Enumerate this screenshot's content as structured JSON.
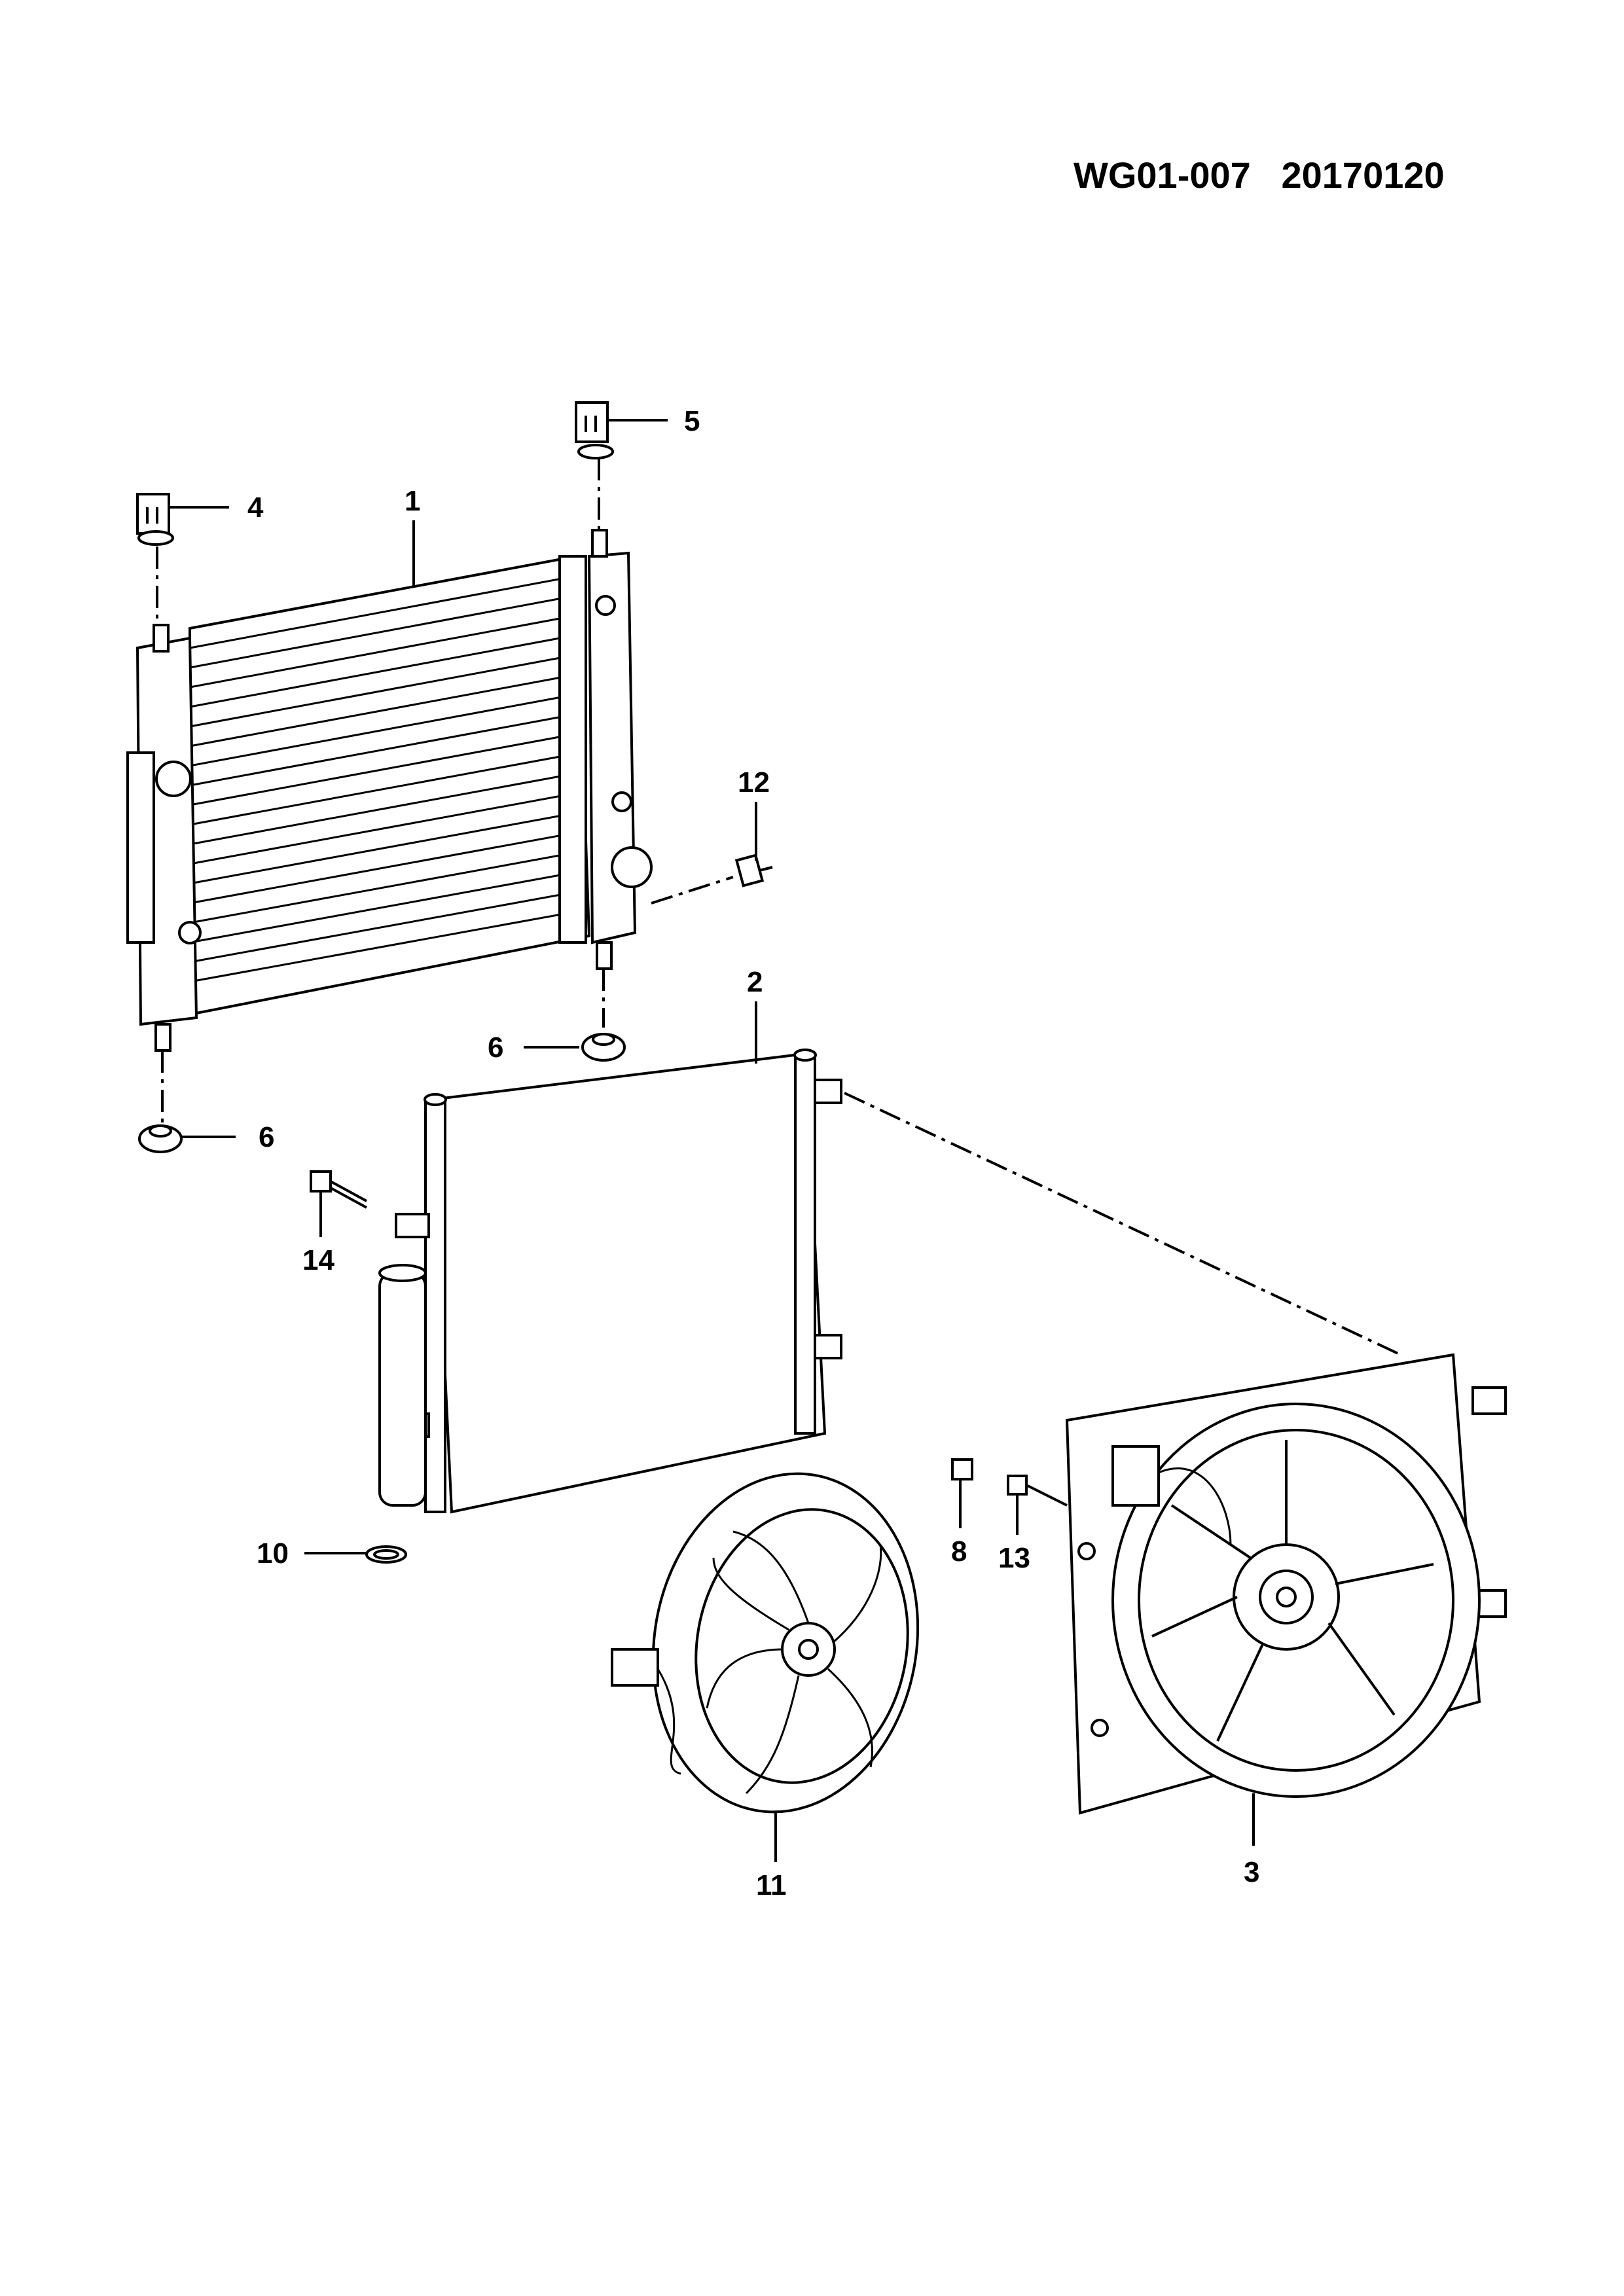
{
  "header": {
    "code": "WG01-007",
    "date": "20170120"
  },
  "callouts": [
    {
      "id": "c1",
      "text": "1"
    },
    {
      "id": "c2",
      "text": "2"
    },
    {
      "id": "c3",
      "text": "3"
    },
    {
      "id": "c4",
      "text": "4"
    },
    {
      "id": "c5",
      "text": "5"
    },
    {
      "id": "c6a",
      "text": "6"
    },
    {
      "id": "c6b",
      "text": "6"
    },
    {
      "id": "c8",
      "text": "8"
    },
    {
      "id": "c10",
      "text": "10"
    },
    {
      "id": "c11",
      "text": "11"
    },
    {
      "id": "c12",
      "text": "12"
    },
    {
      "id": "c13",
      "text": "13"
    },
    {
      "id": "c14",
      "text": "14"
    }
  ]
}
